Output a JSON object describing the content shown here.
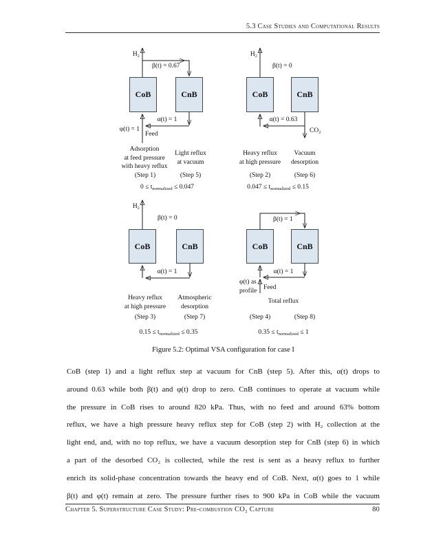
{
  "colors": {
    "vessel_fill": "#dce6f1",
    "vessel_border": "#43464b",
    "line_color": "#1a1a1a"
  },
  "page": {
    "header": {
      "title": "5.3 Case Studies and Computational Results"
    },
    "footer": {
      "text": "Chapter 5. Superstructure Case Study: Pre-combustion CO₂ Capture",
      "page_number": "80"
    }
  },
  "figure": {
    "caption": "Figure 5.2: Optimal VSA configuration for case I",
    "panels": [
      {
        "cob": "CoB",
        "cnb": "CnB",
        "h2": "H₂",
        "beta": "β(t) = 0.67",
        "alpha": "α(t) = 1",
        "phi": "φ(t) = 1",
        "feed": "Feed",
        "left_name": "Adsorption\nat feed pressure\nwith heavy reflux",
        "left_step": "(Step 1)",
        "right_name": "Light reflux\nat vacuum",
        "right_step": "(Step 5)",
        "trange": {
          "pre": "0 ≤ t",
          "sub": "normalized",
          "post": " ≤ 0.047"
        }
      },
      {
        "cob": "CoB",
        "cnb": "CnB",
        "h2": "H₂",
        "beta": "β(t) = 0",
        "alpha": "α(t) = 0.63",
        "co2": "CO₂",
        "left_name": "Heavy reflux\nat high pressure",
        "left_step": "(Step 2)",
        "right_name": "Vacuum\ndesorption",
        "right_step": "(Step 6)",
        "trange": {
          "pre": "0.047 ≤ t",
          "sub": "normalized",
          "post": " ≤ 0.15"
        }
      },
      {
        "cob": "CoB",
        "cnb": "CnB",
        "h2": "H₂",
        "beta": "β(t) = 0",
        "alpha": "α(t) = 1",
        "left_name": "Heavy reflux\nat high pressure",
        "left_step": "(Step 3)",
        "right_name": "Atmospheric\ndesorption",
        "right_step": "(Step 7)",
        "trange": {
          "pre": "0.15 ≤ t",
          "sub": "normalized",
          "post": " ≤ 0.35"
        }
      },
      {
        "cob": "CoB",
        "cnb": "CnB",
        "beta": "β(t) = 1",
        "alpha": "α(t) = 1",
        "phi": "φ(t) as\nprofile",
        "feed": "Feed",
        "center_name": "Total reflux",
        "left_step": "(Step 4)",
        "right_step": "(Step 8)",
        "trange": {
          "pre": "0.35 ≤ t",
          "sub": "normalized",
          "post": " ≤ 1"
        }
      }
    ]
  },
  "body": {
    "lines": [
      "CoB (step 1) and a light reflux step at vacuum for CnB (step 5). After this, α(t) drops to",
      "around 0.63 while both β(t) and φ(t) drop to zero. CnB continues to operate at vacuum while",
      "the pressure in CoB rises to around 820 kPa. Thus, with no feed and around 63% bottom",
      "reflux, we have a high pressure heavy reflux step for CoB (step 2) with H₂ collection at the",
      "light end, and, with no top reflux, we have a vacuum desorption step for CnB (step 6) in which",
      "a part of the desorbed CO₂ is collected, while the rest is sent as a heavy reflux to further",
      "enrich its solid-phase concentration towards the heavy end of CoB. Next, α(t) goes to 1 while",
      "β(t) and φ(t) remain at zero. The pressure further rises to 900 kPa in CoB while the vacuum"
    ]
  }
}
